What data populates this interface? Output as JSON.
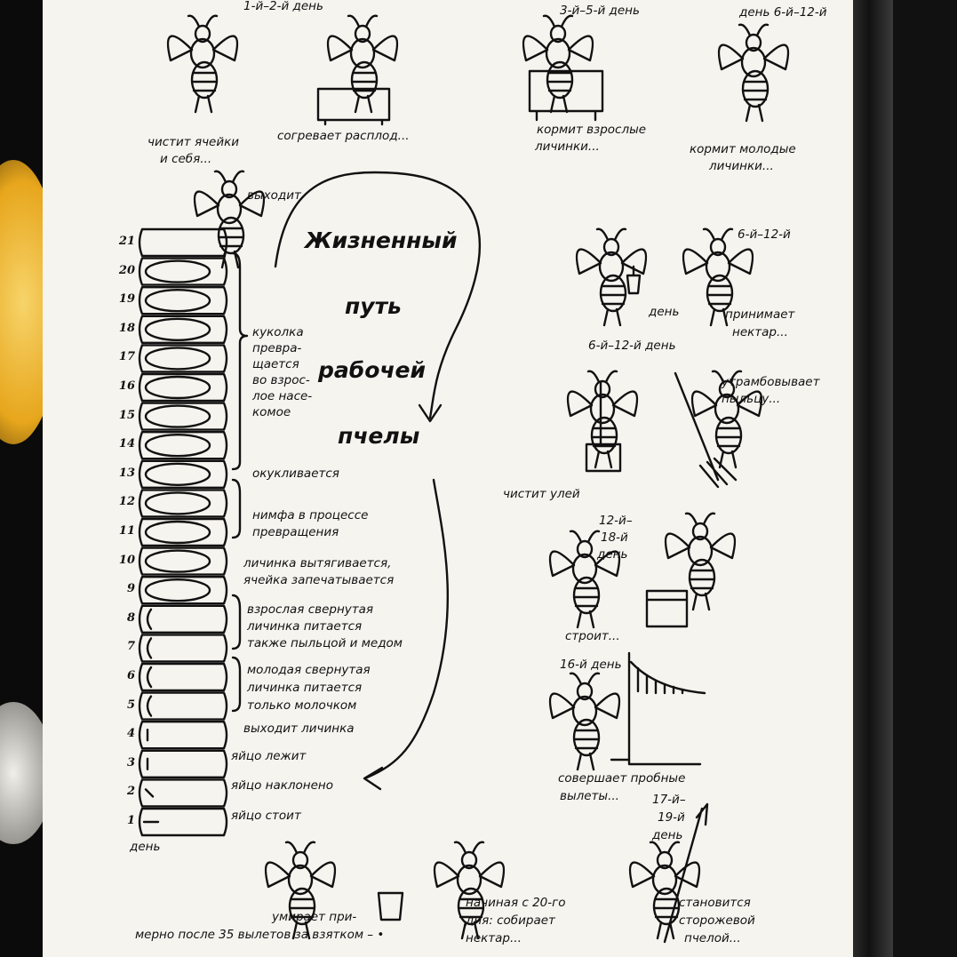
{
  "title": {
    "line1": "Жизненный",
    "line2": "путь",
    "line3": "рабочей",
    "line4": "пчелы"
  },
  "axis_label": "день",
  "day_numbers": [
    "21",
    "20",
    "19",
    "18",
    "17",
    "16",
    "15",
    "14",
    "13",
    "12",
    "11",
    "10",
    "9",
    "8",
    "7",
    "6",
    "5",
    "4",
    "3",
    "2",
    "1"
  ],
  "cell_labels": {
    "emerges": "выходит",
    "pupa_l1": "куколка",
    "pupa_l2": "превра-",
    "pupa_l3": "щается",
    "pupa_l4": "во взрос-",
    "pupa_l5": "лое насе-",
    "pupa_l6": "комое",
    "pupates": "окукливается",
    "nymph_l1": "нимфа в процессе",
    "nymph_l2": "превращения",
    "stretch_l1": "личинка вытягивается,",
    "stretch_l2": "ячейка запечатывается",
    "adult_larva_l1": "взрослая свернутая",
    "adult_larva_l2": "личинка питается",
    "adult_larva_l3": "также пыльцой и медом",
    "young_larva_l1": "молодая свернутая",
    "young_larva_l2": "личинка питается",
    "young_larva_l3": "только молочком",
    "larva_hatches": "выходит личинка",
    "egg_lies": "яйцо лежит",
    "egg_tilted": "яйцо наклонено",
    "egg_stands": "яйцо стоит"
  },
  "stages": {
    "clean_days": "1-й–2-й день",
    "clean_l1": "чистит ячейки",
    "clean_l2": "и себя...",
    "warm": "согревает расплод...",
    "feed_old_days": "3-й–5-й день",
    "feed_old_l1": "кормит взрослые",
    "feed_old_l2": "личинки...",
    "feed_young_days": "день 6-й–12-й",
    "feed_young_l1": "кормит молодые",
    "feed_young_l2": "личинки...",
    "nectar_days": "6-й–12-й",
    "nectar_day_word": "день",
    "nectar_l1": "принимает",
    "nectar_l2": "нектар...",
    "pollen_days": "6-й–12-й день",
    "pollen_l1": "утрамбовывает",
    "pollen_l2": "пыльцу...",
    "hive_clean": "чистит улей",
    "build_days_l1": "12-й–",
    "build_days_l2": "18-й",
    "build_days_l3": "день",
    "build": "строит...",
    "flight_days": "16-й день",
    "flight_l1": "совершает пробные",
    "flight_l2": "вылеты...",
    "guard_days_l1": "17-й–",
    "guard_days_l2": "19-й",
    "guard_days_l3": "день",
    "guard_l1": "становится",
    "guard_l2": "сторожевой",
    "guard_l3": "пчелой...",
    "forage_l1": "начиная с 20-го",
    "forage_l2": "дня: собирает",
    "forage_l3": "нектар...",
    "dies_l1": "умирает при-",
    "dies_l2": "мерно после 35 вылетов за взятком – •"
  },
  "colors": {
    "paper": "#f6f4ef",
    "ink": "#111111",
    "background": "#0b0b0b",
    "flower": "#f3c23a"
  },
  "icons": [
    "bee-icon",
    "cradle-icon",
    "bucket-icon",
    "broom-icon",
    "spear-icon",
    "graph-icon"
  ]
}
